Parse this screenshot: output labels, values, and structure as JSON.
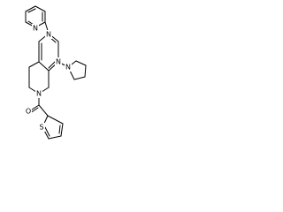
{
  "molecule": {
    "atoms": {
      "pyridine_n": "N",
      "pyrimidine_n_top": "N",
      "pyrimidine_n_right": "N",
      "pyrrolidine_n": "N",
      "piperidine_n": "N",
      "carbonyl_o": "O",
      "thiophene_s": "S"
    }
  }
}
